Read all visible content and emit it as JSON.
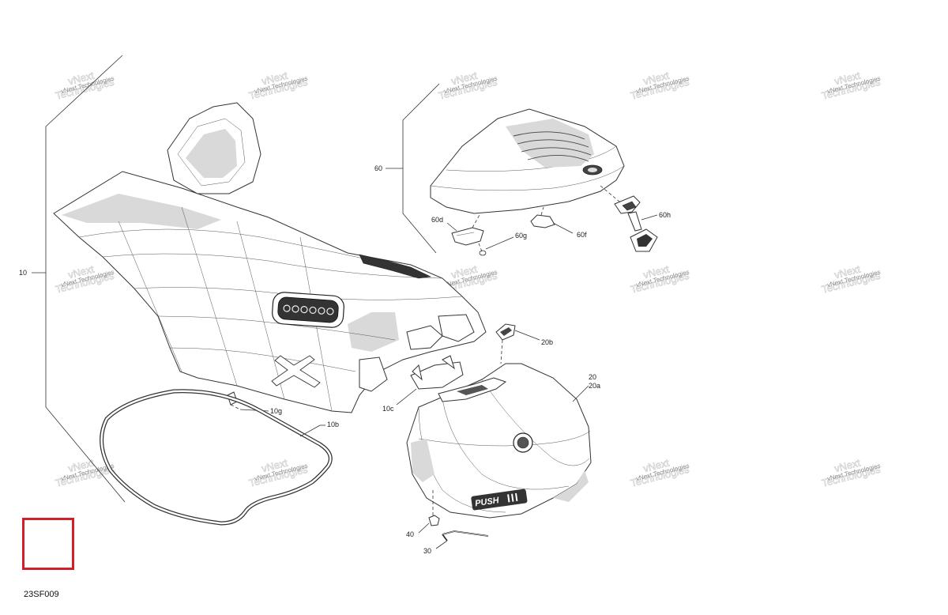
{
  "diagram": {
    "code": "23SF009",
    "watermark_line1": "vNext",
    "watermark_line2": "Technologies",
    "watermark_full": "vNext Technologies",
    "callouts": {
      "c10": "10",
      "c10b": "10b",
      "c10c": "10c",
      "c10g": "10g",
      "c20": "20",
      "c20a": "20a",
      "c20b": "20b",
      "c30": "30",
      "c40": "40",
      "c60": "60",
      "c60d": "60d",
      "c60f": "60f",
      "c60g": "60g",
      "c60h": "60h"
    },
    "emblem_text": "PUSH",
    "marker_color": "#d0202a"
  }
}
